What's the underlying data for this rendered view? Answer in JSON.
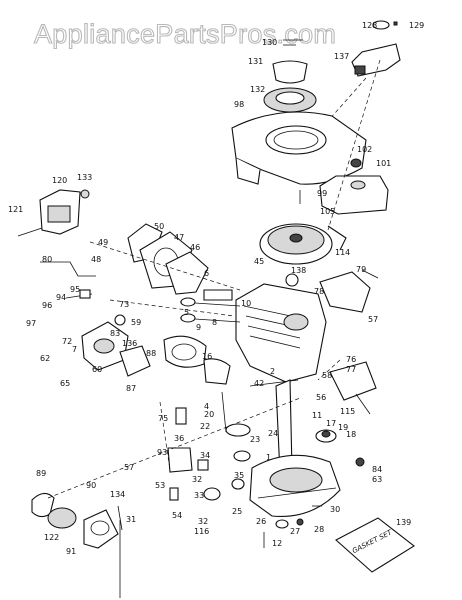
{
  "watermark": "AppliancePartsPros.com",
  "gasket_set_label": "GASKET SET",
  "callouts": {
    "c128": "128",
    "c129": "129",
    "c130": "130",
    "c137": "137",
    "c131": "131",
    "c132": "132",
    "c98": "98",
    "c102": "102",
    "c101": "101",
    "c120": "120",
    "c133": "133",
    "c121": "121",
    "c99": "99",
    "c50": "50",
    "c47": "47",
    "c46": "46",
    "c49": "49",
    "c48": "48",
    "c105": "105",
    "c114": "114",
    "c80": "80",
    "c45": "45",
    "c138": "138",
    "c79": "79",
    "c6": "6",
    "c94": "94",
    "c95": "95",
    "c96": "96",
    "c73": "73",
    "c78": "78",
    "c97": "97",
    "c59": "59",
    "c5": "5",
    "c9": "9",
    "c8": "8",
    "c10": "10",
    "c57": "57",
    "c72": "72",
    "c83": "83",
    "c136": "136",
    "c62": "62",
    "c7": "7",
    "c60": "60",
    "c88": "88",
    "c16": "16",
    "c65": "65",
    "c87": "87",
    "c76": "76",
    "c77": "77",
    "c42": "42",
    "c2": "2",
    "c58": "58",
    "c56": "56",
    "c115": "115",
    "c75": "75",
    "c4": "4",
    "c20": "20",
    "c11": "11",
    "c22": "22",
    "c36": "36",
    "c17": "17",
    "c18": "18",
    "c19": "19",
    "c23": "23",
    "c24": "24",
    "c93": "93",
    "c34": "34",
    "c1": "1",
    "c84": "84",
    "c63": "63",
    "c53": "53",
    "c33": "33",
    "c35": "35",
    "c89": "89",
    "c90": "90",
    "c134": "134",
    "c54": "54",
    "c30": "30",
    "c25": "25",
    "c32": "32",
    "c26": "26",
    "c27": "27",
    "c28": "28",
    "c116": "116",
    "c122": "122",
    "c31": "31",
    "c91": "91",
    "c12": "12",
    "c139": "139"
  }
}
